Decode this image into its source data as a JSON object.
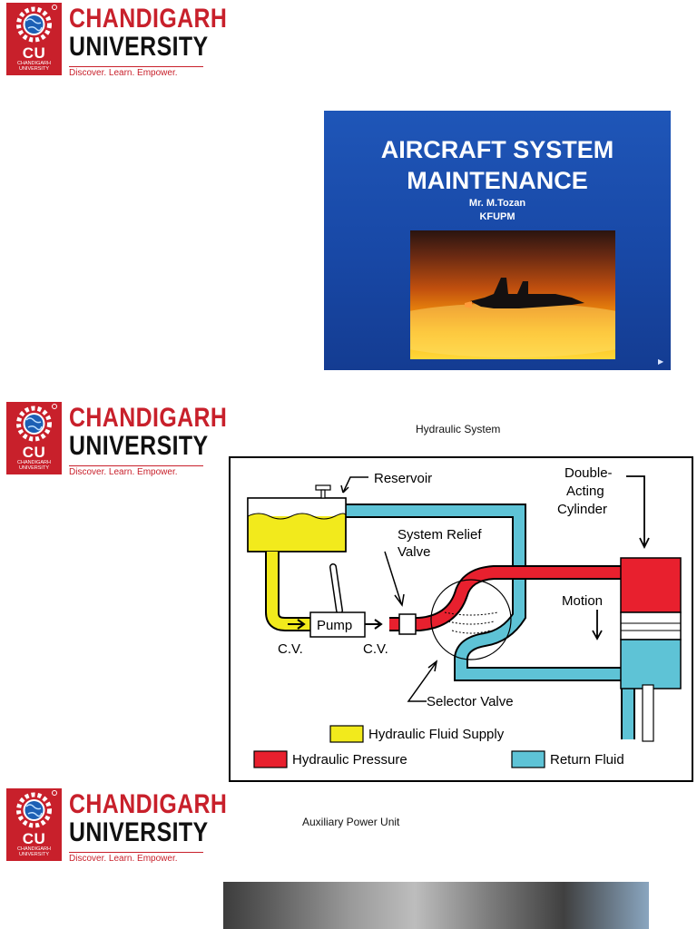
{
  "brand": {
    "line1": "CHANDIGARH",
    "line2": "UNIVERSITY",
    "tagline": "Discover. Learn. Empower.",
    "emblem_letters": "CU",
    "emblem_caption_1": "CHANDIGARH",
    "emblem_caption_2": "UNIVERSITY",
    "colors": {
      "red": "#c8202b",
      "dark": "#111111"
    }
  },
  "slides": [
    {
      "title_line1": "AIRCRAFT SYSTEM",
      "title_line2": "MAINTENANCE",
      "author": "Mr. M.Tozan",
      "org": "KFUPM",
      "image": "jet-sunset-image"
    },
    {
      "caption": "Hydraulic System",
      "diagram": {
        "reservoir": "Reservoir",
        "cylinder_1": "Double-",
        "cylinder_2": "Acting",
        "cylinder_3": "Cylinder",
        "relief_1": "System Relief",
        "relief_2": "Valve",
        "motion": "Motion",
        "pump": "Pump",
        "cv_left": "C.V.",
        "cv_right": "C.V.",
        "selector": "Selector Valve",
        "legend_supply": "Hydraulic Fluid Supply",
        "legend_pressure": "Hydraulic Pressure",
        "legend_return": "Return Fluid",
        "colors": {
          "supply": "#f2ea1c",
          "pressure": "#e8202e",
          "return": "#5ec3d6"
        }
      }
    },
    {
      "caption": "Auxiliary Power Unit",
      "image": "apu-photo"
    }
  ]
}
